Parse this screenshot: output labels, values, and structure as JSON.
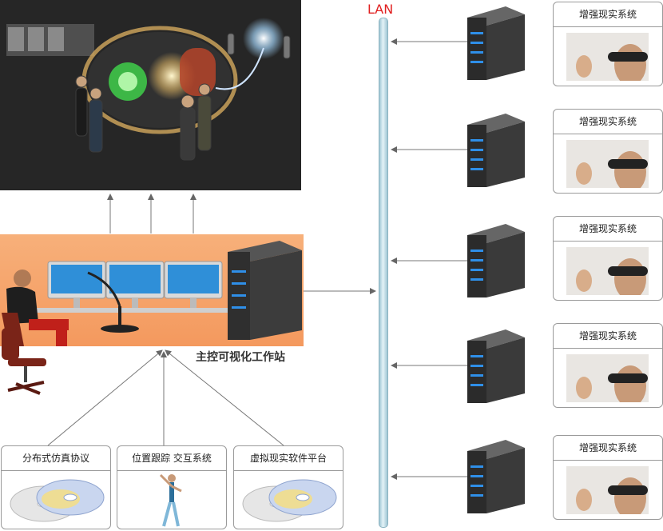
{
  "lan": {
    "label": "LAN"
  },
  "workstation": {
    "label": "主控可视化工作站"
  },
  "ar_systems": [
    {
      "label": "增强现实系统"
    },
    {
      "label": "增强现实系统"
    },
    {
      "label": "增强现实系统"
    },
    {
      "label": "增强现实系统"
    },
    {
      "label": "增强现实系统"
    }
  ],
  "subsystems": [
    {
      "label": "分布式仿真协议",
      "icon": "disc-icon"
    },
    {
      "label": "位置跟踪 交互系统",
      "icon": "dancer-icon"
    },
    {
      "label": "虚拟现实软件平台",
      "icon": "disc-icon"
    }
  ],
  "colors": {
    "lan_label": "#e02020",
    "workstation_bg": "#f4995e",
    "lan_bar": "#b8dbe6"
  }
}
